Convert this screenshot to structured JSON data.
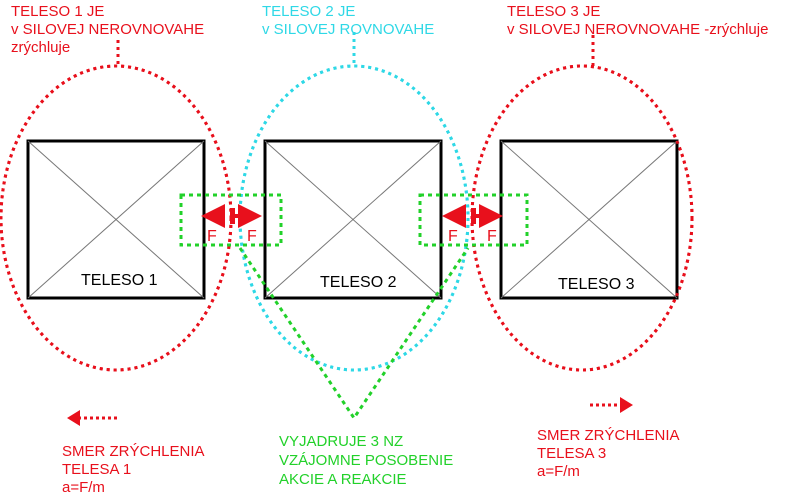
{
  "colors": {
    "red": "#e8101c",
    "cyan": "#2fd8e6",
    "green": "#22d12a",
    "black": "#000000"
  },
  "notes": {
    "body1": [
      "TELESO 1 JE",
      "v SILOVEJ NEROVNOVAHE",
      "zrýchluje"
    ],
    "body2": [
      "TELESO 2 JE",
      "v SILOVEJ ROVNOVAHE"
    ],
    "body3": [
      "TELESO 3 JE",
      "v SILOVEJ NEROVNOVAHE -zrýchluje"
    ]
  },
  "bodies": {
    "body1": "TELESO 1",
    "body2": "TELESO 2",
    "body3": "TELESO 3"
  },
  "forces": {
    "pair_left": [
      "F",
      "F"
    ],
    "pair_right": [
      "F",
      "F"
    ]
  },
  "acceleration": {
    "body1": [
      "SMER ZRÝCHLENIA",
      "TELESA 1",
      "a=F/m"
    ],
    "body3": [
      "SMER ZRÝCHLENIA",
      "TELESA 3",
      "a=F/m"
    ]
  },
  "law": [
    "VYJADRUJE 3 NZ",
    "VZÁJOMNE POSOBENIE",
    "AKCIE A REAKCIE"
  ]
}
